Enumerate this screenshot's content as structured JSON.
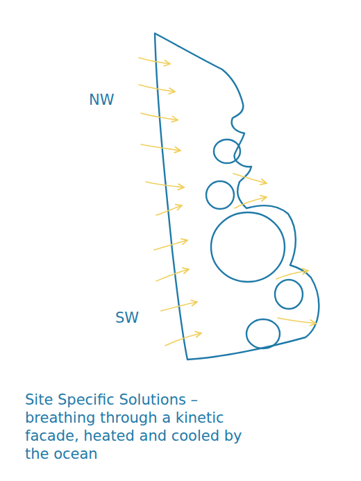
{
  "diagram": {
    "caption": "Site Specific Solutions – breathing through a kinetic facade, heated and cooled by the ocean",
    "labels": [
      "NW",
      "SW"
    ]
  }
}
